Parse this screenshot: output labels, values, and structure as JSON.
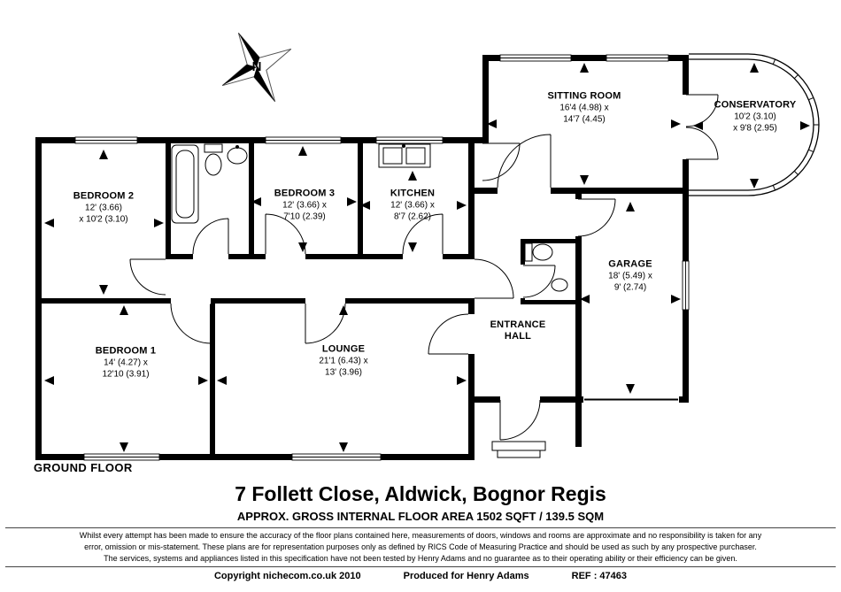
{
  "title": "7 Follett Close, Aldwick, Bognor Regis",
  "subtitle": "APPROX. GROSS INTERNAL FLOOR AREA 1502 SQFT / 139.5 SQM",
  "labels": {
    "ground_floor": "GROUND FLOOR",
    "compass_north": "N"
  },
  "rooms": {
    "bedroom2": {
      "lines": [
        "BEDROOM 2",
        "12' (3.66)",
        "x 10'2 (3.10)"
      ]
    },
    "bedroom3": {
      "lines": [
        "BEDROOM 3",
        "12' (3.66) x",
        "7'10 (2.39)"
      ]
    },
    "kitchen": {
      "lines": [
        "KITCHEN",
        "12' (3.66) x",
        "8'7 (2.62)"
      ]
    },
    "sitting_room": {
      "lines": [
        "SITTING ROOM",
        "16'4 (4.98) x",
        "14'7 (4.45)"
      ]
    },
    "conservatory": {
      "lines": [
        "CONSERVATORY",
        "10'2 (3.10)",
        "x 9'8 (2.95)"
      ]
    },
    "garage": {
      "lines": [
        "GARAGE",
        "18' (5.49) x",
        "9' (2.74)"
      ]
    },
    "entrance_hall": {
      "lines": [
        "ENTRANCE",
        "HALL"
      ]
    },
    "bedroom1": {
      "lines": [
        "BEDROOM 1",
        "14' (4.27) x",
        "12'10 (3.91)"
      ]
    },
    "lounge": {
      "lines": [
        "LOUNGE",
        "21'1 (6.43) x",
        "13' (3.96)"
      ]
    }
  },
  "disclaimer": {
    "line1": "Whilst every attempt has been made to ensure the accuracy of the floor plans contained here, measurements of doors, windows and rooms are approximate and no responsibility is taken for any",
    "line2": "error, omission or mis-statement.  These plans are for representation purposes only as defined by RICS Code of Measuring Practice and should be used as such by any prospective purchaser.",
    "line3": "The services, systems and appliances listed in this specification have not been tested by Henry Adams and no guarantee as to their operating ability or their efficiency can be given."
  },
  "footer": {
    "copyright": "Copyright nichecom.co.uk 2010",
    "produced": "Produced for Henry Adams",
    "ref": "REF : 47463"
  },
  "colors": {
    "ink": "#000000",
    "paper": "#ffffff"
  }
}
